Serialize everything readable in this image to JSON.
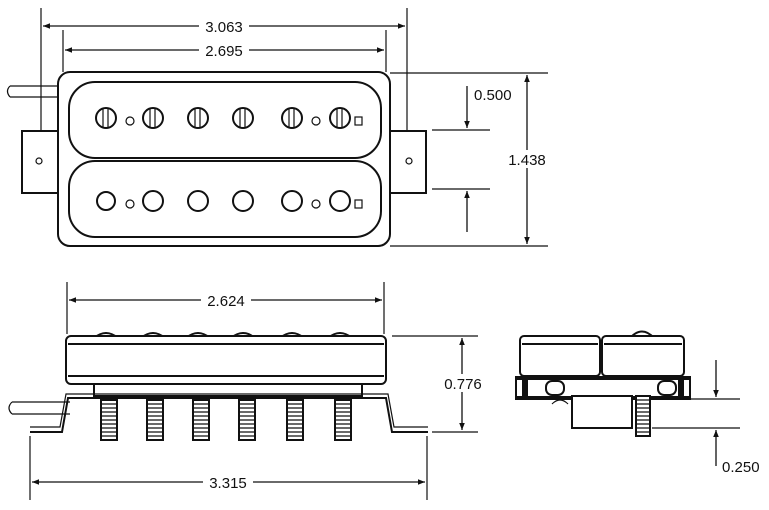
{
  "dimensions": {
    "top_overall_width": "3.063",
    "top_bobbin_width": "2.695",
    "top_pole_offset": "0.500",
    "top_height": "1.438",
    "side_bobbin_width": "2.624",
    "side_height": "0.776",
    "side_baseplate_width": "3.315",
    "end_leg_length": "0.250"
  },
  "colors": {
    "line": "#111111",
    "background": "#ffffff"
  }
}
